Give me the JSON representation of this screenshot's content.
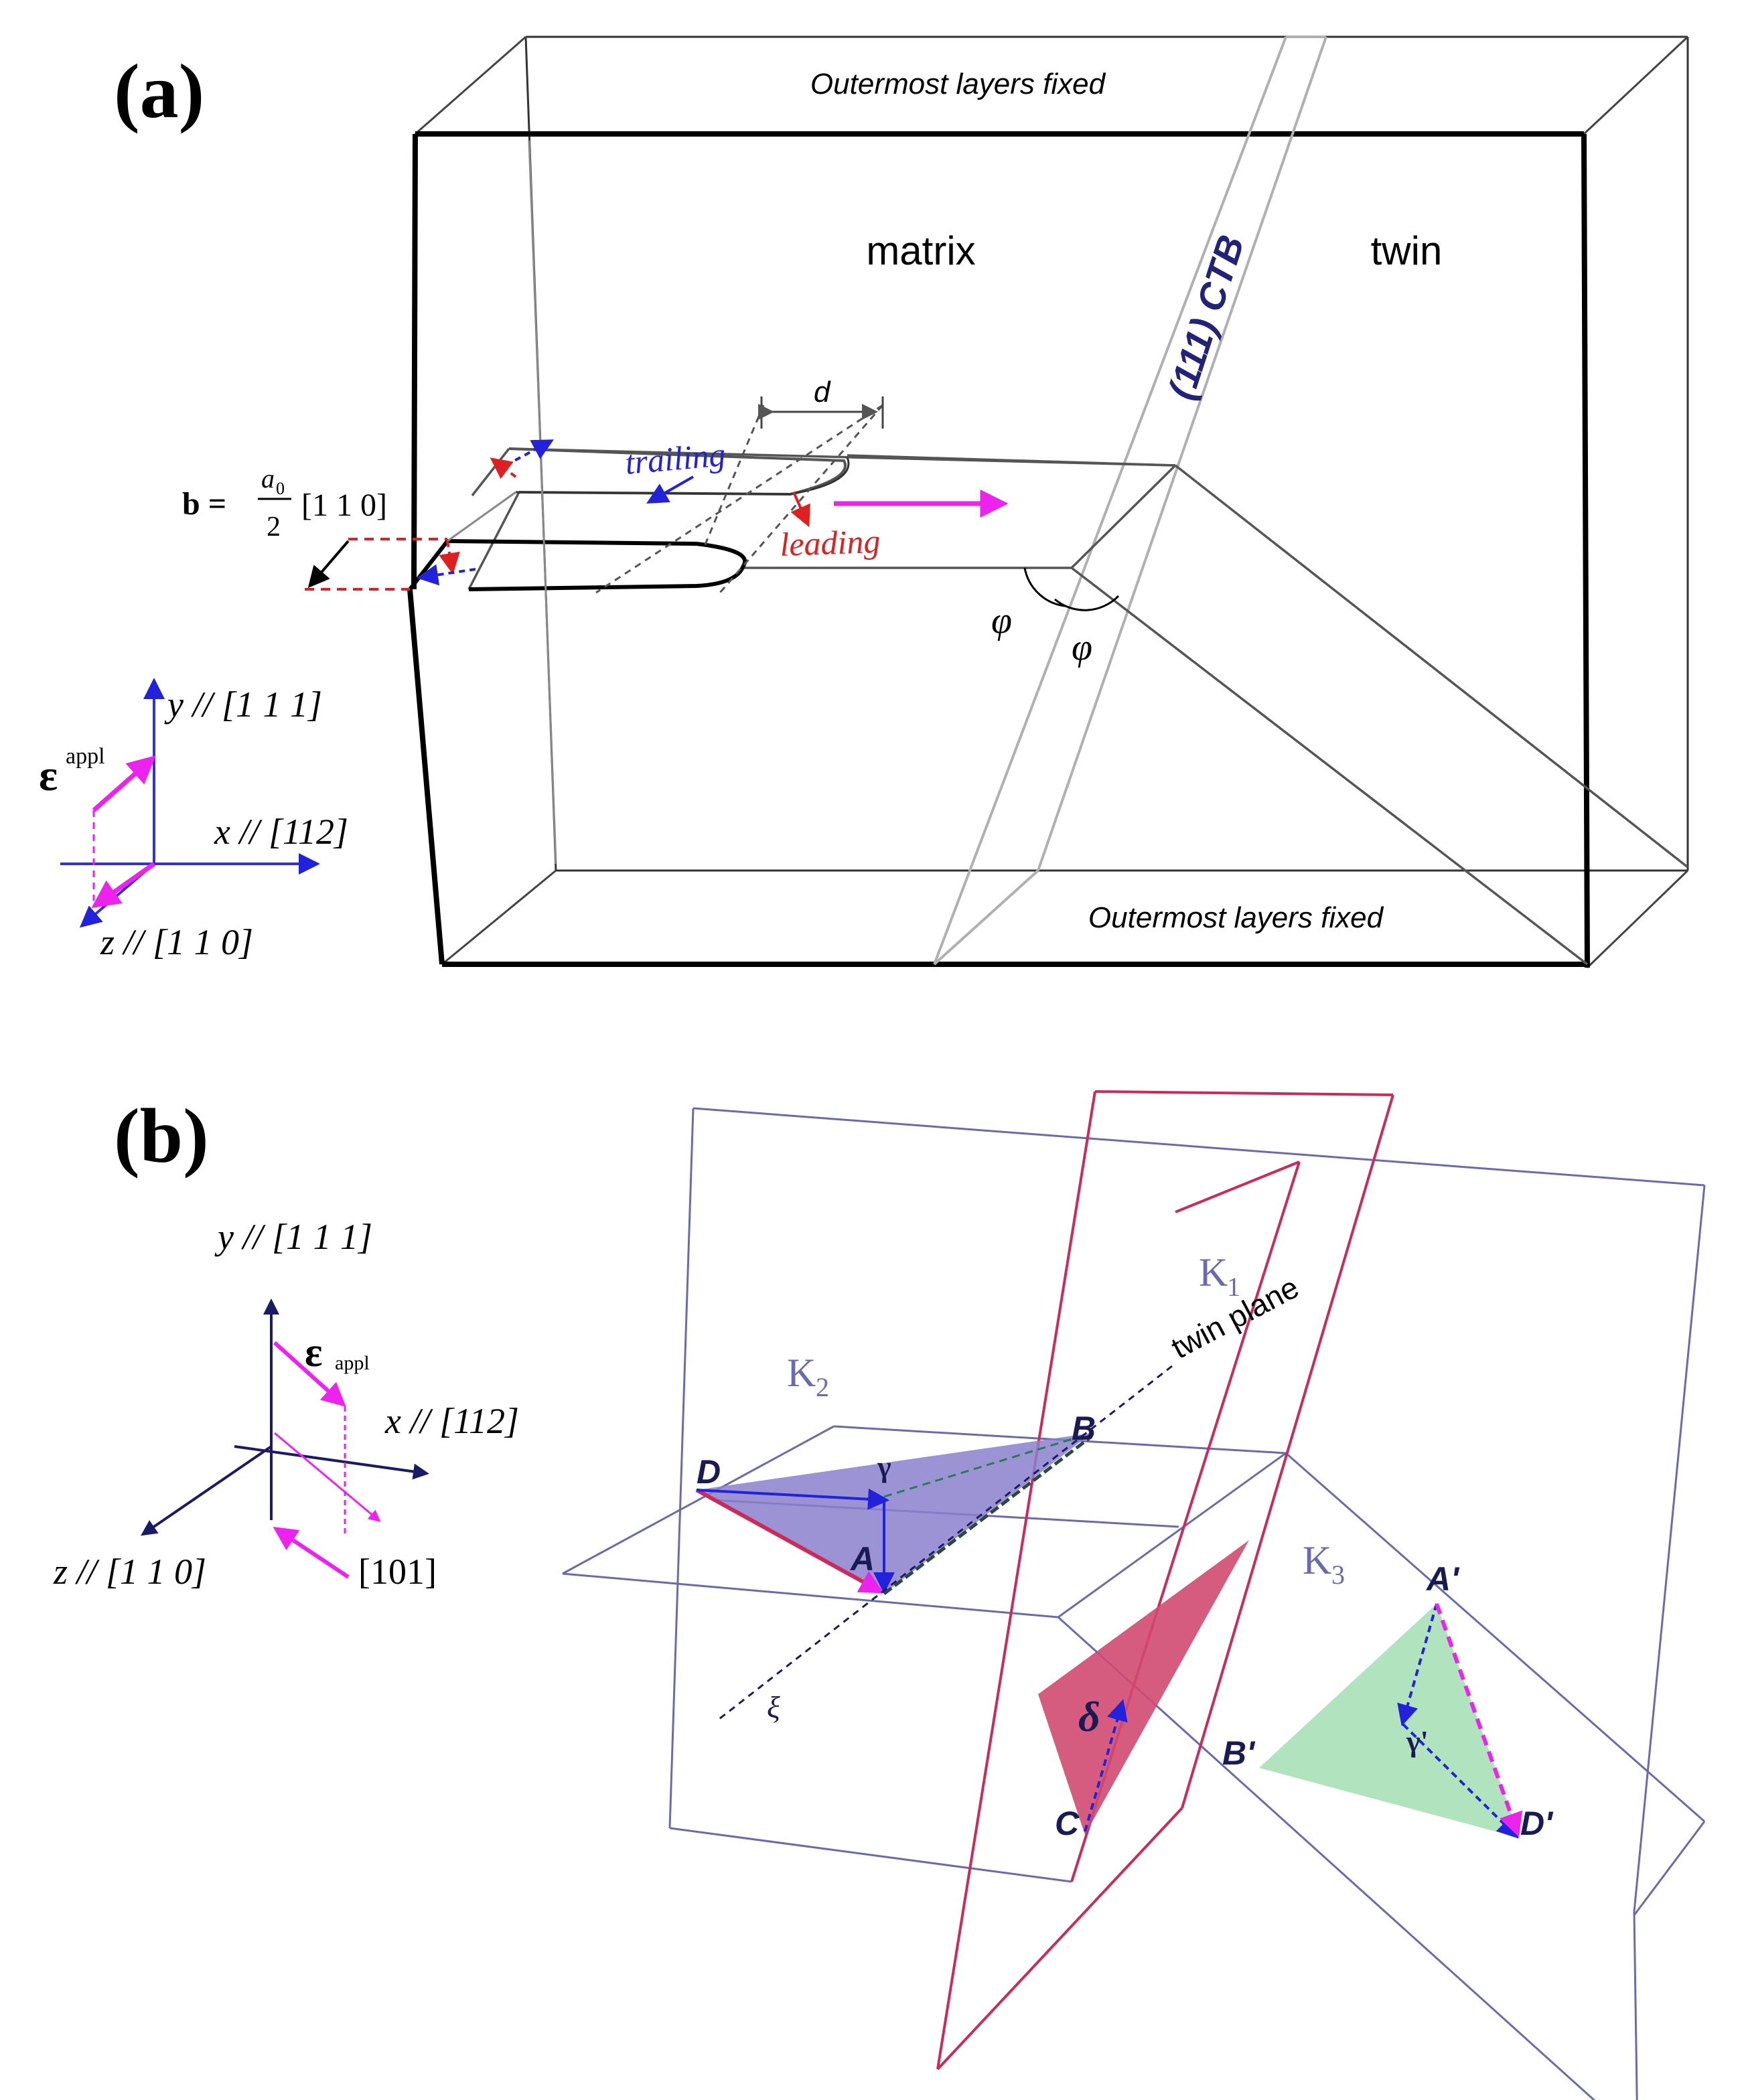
{
  "panel_a": {
    "label": "(a)",
    "top_note": "Outermost layers fixed",
    "bottom_note": "Outermost layers fixed",
    "matrix": "matrix",
    "twin": "twin",
    "ctb": "(111) CTB",
    "d_label": "d",
    "trailing": "trailing",
    "leading": "leading",
    "phi": "φ",
    "burgers_prefix": "b =",
    "burgers_num": "a",
    "burgers_num_sub": "0",
    "burgers_den": "2",
    "burgers_dir": "[1 1 0]",
    "axis_y": "y // [1 1 1]",
    "axis_x": "x // [112]",
    "axis_z": "z // [1 1 0]",
    "eps": "ε",
    "eps_sup": "appl"
  },
  "panel_b": {
    "label": "(b)",
    "axis_y": "y // [1 1 1]",
    "axis_x": "x // [112]",
    "axis_z": "z // [1 1 0]",
    "dir_101": "[101]",
    "eps": "ε",
    "eps_sub": "appl",
    "K1": "K",
    "K1_sub": "1",
    "twin_plane": "twin plane",
    "K2": "K",
    "K2_sub": "2",
    "K3": "K",
    "K3_sub": "3",
    "pt_A": "A",
    "pt_B": "B",
    "pt_C": "C",
    "pt_D": "D",
    "pt_A2": "A'",
    "pt_B2": "B'",
    "pt_D2": "D'",
    "gamma": "γ",
    "gamma2": "γ'",
    "delta": "δ",
    "xi": "ξ"
  },
  "colors": {
    "blue": "#2222dd",
    "red": "#e02020",
    "magenta": "#ee22ee",
    "navy": "#1a1a66",
    "crimson": "#cc2a5a",
    "slate": "#5a5aa0",
    "purple_fill": "#8b80cc",
    "green_fill": "#a8e0b8",
    "red_fill": "#d04a70"
  }
}
